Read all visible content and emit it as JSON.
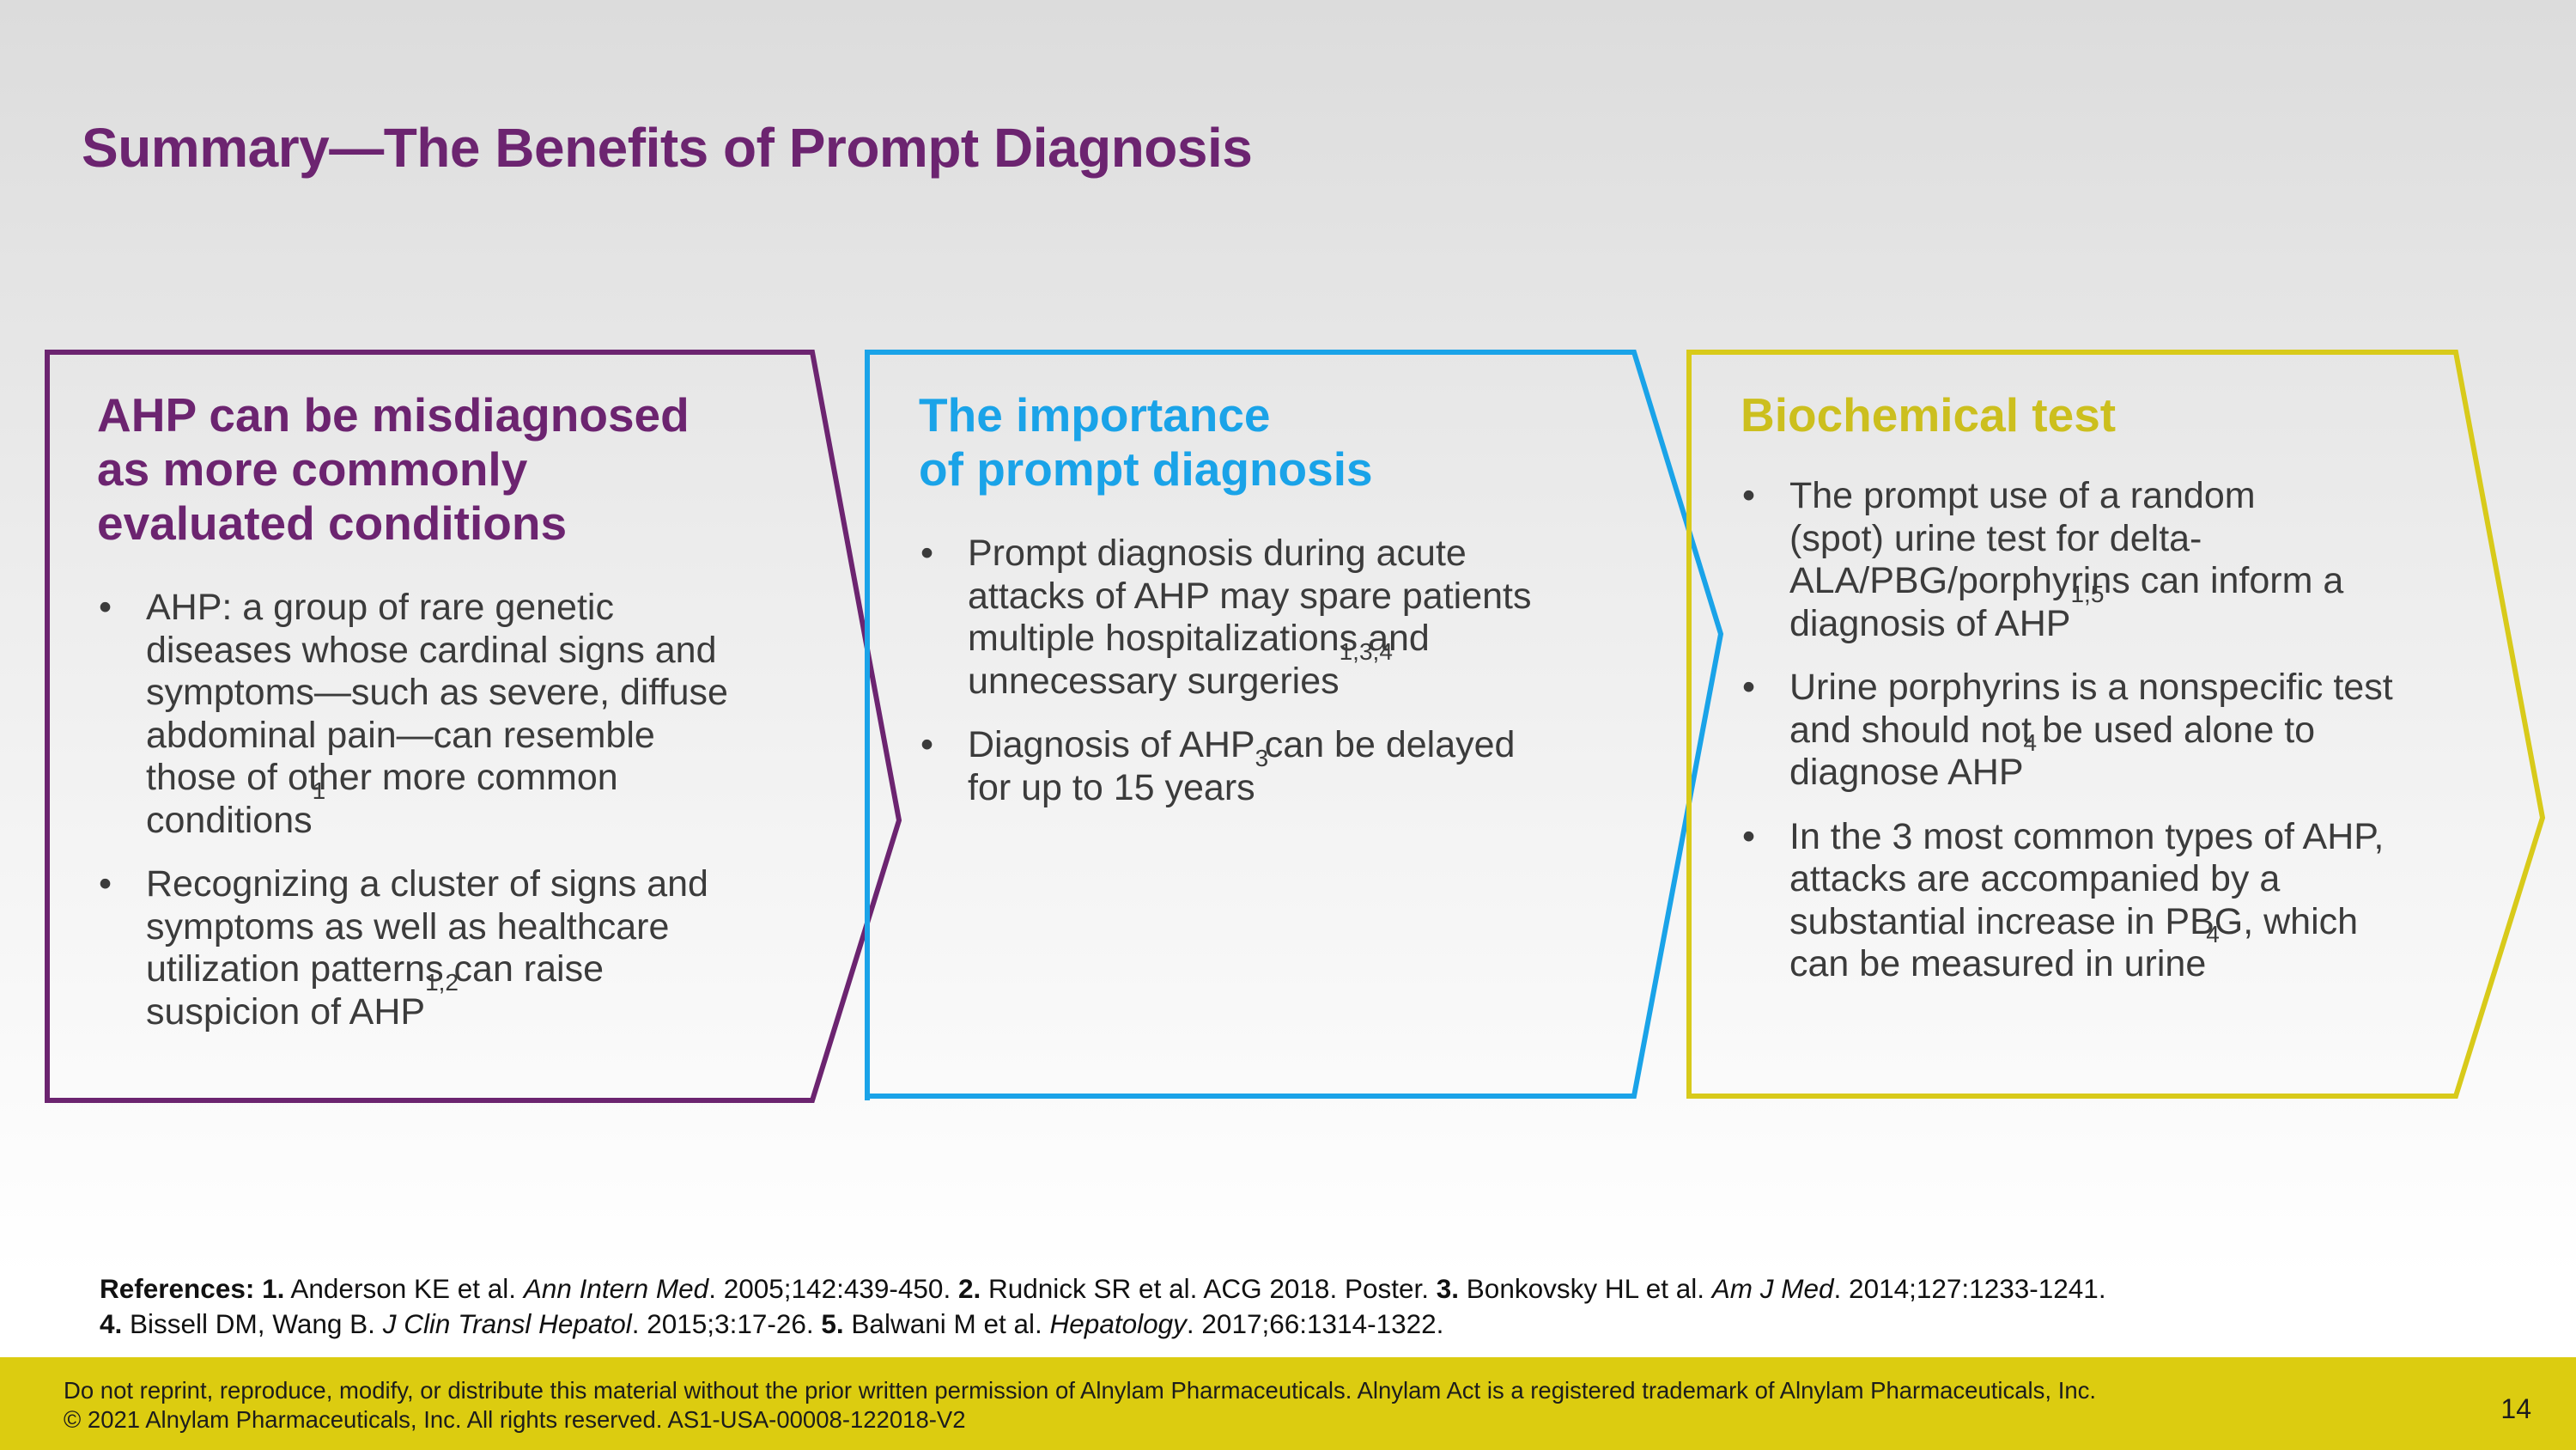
{
  "title": "Summary—The Benefits of Prompt Diagnosis",
  "colors": {
    "purple": "#6c2470",
    "blue": "#1aa3e8",
    "yellow": "#d8ca1a",
    "footer_bar": "#dccc10"
  },
  "panels": [
    {
      "heading_lines": [
        "AHP can be misdiagnosed",
        "as more commonly",
        "evaluated conditions"
      ],
      "bullets": [
        {
          "lines": [
            "AHP: a group of rare genetic",
            "diseases whose cardinal signs and",
            "symptoms—such as severe, diffuse",
            "abdominal pain—can resemble",
            "those of other more common",
            "conditions"
          ],
          "sup": "1"
        },
        {
          "lines": [
            "Recognizing a cluster of signs and",
            "symptoms as well as healthcare",
            "utilization patterns can raise",
            "suspicion of AHP"
          ],
          "sup": "1,2"
        }
      ]
    },
    {
      "heading_lines": [
        "The importance",
        "of prompt diagnosis"
      ],
      "bullets": [
        {
          "lines": [
            "Prompt diagnosis during acute",
            "attacks of AHP may spare patients",
            "multiple hospitalizations and",
            "unnecessary surgeries"
          ],
          "sup": "1,3,4"
        },
        {
          "lines": [
            "Diagnosis of AHP can be delayed",
            "for up to 15 years"
          ],
          "sup": "3"
        }
      ]
    },
    {
      "heading_lines": [
        "Biochemical test"
      ],
      "bullets": [
        {
          "lines": [
            "The prompt use of a random",
            "(spot) urine test for delta-",
            "ALA/PBG/porphyrins can inform a",
            "diagnosis of AHP"
          ],
          "sup": "1,5"
        },
        {
          "lines": [
            "Urine porphyrins is a nonspecific test",
            "and should not be used alone to",
            "diagnose AHP"
          ],
          "sup": "4"
        },
        {
          "lines": [
            "In the 3 most common types of AHP,",
            "attacks are accompanied by a",
            "substantial increase in PBG, which",
            "can be measured in urine"
          ],
          "sup": "4"
        }
      ]
    }
  ],
  "references": {
    "label": "References:",
    "line1": [
      {
        "n": "1.",
        "pre": " Anderson KE et al. ",
        "journal": "Ann Intern Med",
        "post": ". 2005;142:439-450. "
      },
      {
        "n": "2.",
        "pre": " Rudnick SR et al. ACG 2018. Poster. ",
        "journal": "",
        "post": ""
      },
      {
        "n": "3.",
        "pre": " Bonkovsky HL et al. ",
        "journal": "Am J Med",
        "post": ". 2014;127:1233-1241."
      }
    ],
    "line2": [
      {
        "n": "4.",
        "pre": " Bissell DM, Wang B. ",
        "journal": "J Clin Transl Hepatol",
        "post": ". 2015;3:17-26.  "
      },
      {
        "n": "5.",
        "pre": " Balwani M et al. ",
        "journal": "Hepatology",
        "post": ". 2017;66:1314-1322."
      }
    ]
  },
  "footer": {
    "legal_line1": "Do not reprint, reproduce, modify, or distribute this material without the prior written permission of Alnylam Pharmaceuticals. Alnylam Act is a registered trademark of Alnylam Pharmaceuticals, Inc.",
    "legal_line2": "© 2021 Alnylam Pharmaceuticals, Inc. All rights reserved. AS1-USA-00008-122018-V2",
    "page_number": "14"
  }
}
